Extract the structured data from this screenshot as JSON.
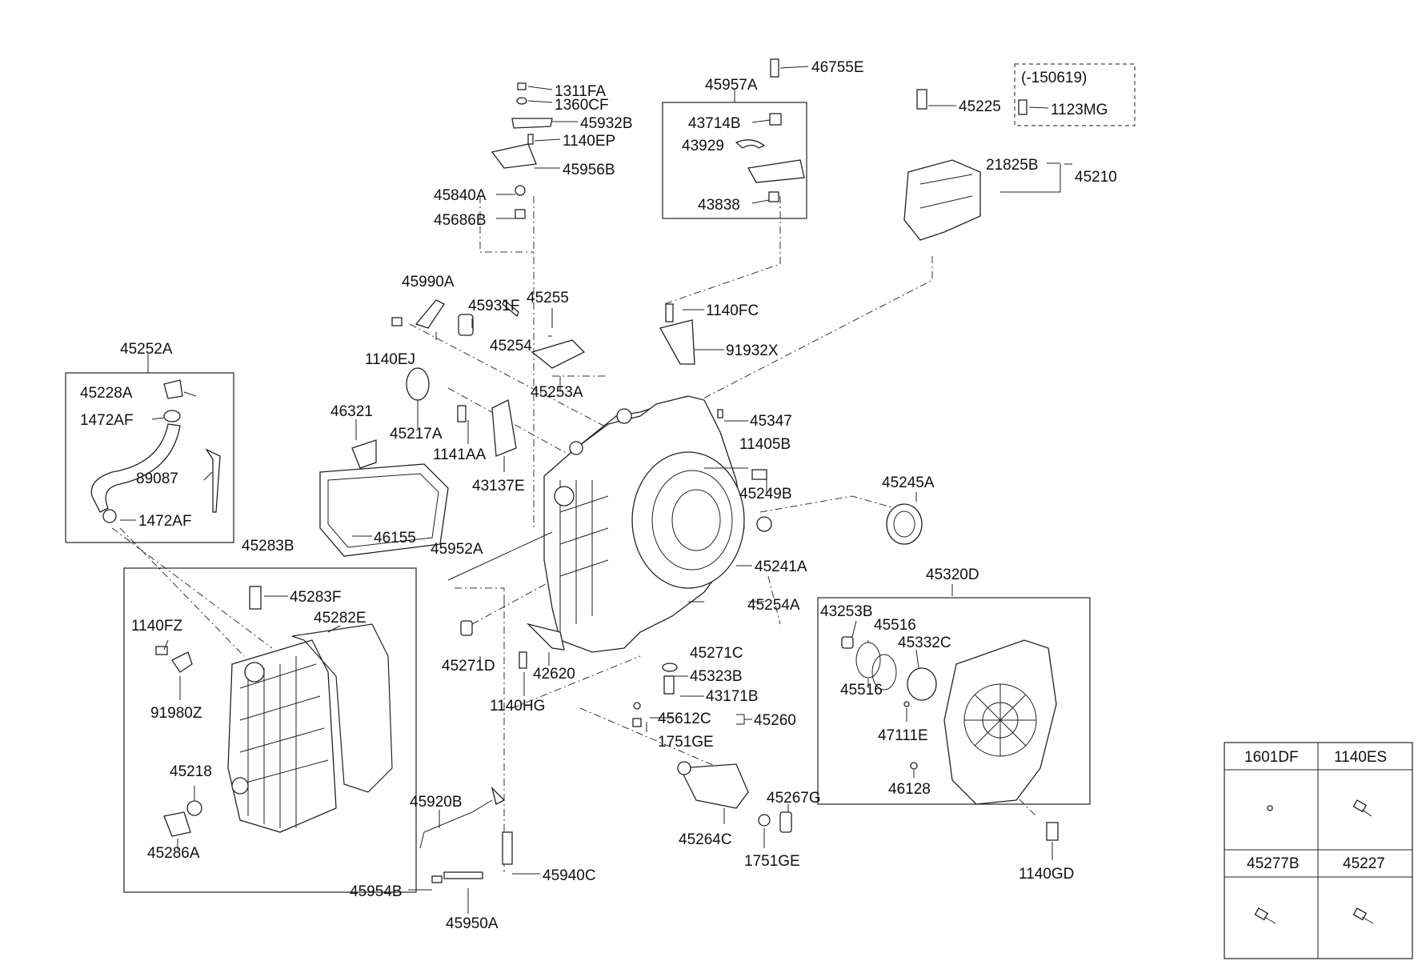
{
  "labels": {
    "l1311FA": "1311FA",
    "l1360CF": "1360CF",
    "l45932B": "45932B",
    "l1140EP": "1140EP",
    "l45956B": "45956B",
    "l45840A": "45840A",
    "l45686B": "45686B",
    "l45957A": "45957A",
    "l46755E": "46755E",
    "l43714B": "43714B",
    "l43929": "43929",
    "l43838": "43838",
    "l150619": "(-150619)",
    "l45225": "45225",
    "l1123MG": "1123MG",
    "l21825B": "21825B",
    "l45210": "45210",
    "l45990A": "45990A",
    "l45931F": "45931F",
    "l45255": "45255",
    "l45254": "45254",
    "l1140EJ": "1140EJ",
    "l45253A": "45253A",
    "l1140FC": "1140FC",
    "l91932X": "91932X",
    "l45252A": "45252A",
    "l45228A": "45228A",
    "l1472AF_a": "1472AF",
    "l89087": "89087",
    "l1472AF_b": "1472AF",
    "l46321": "46321",
    "l45217A": "45217A",
    "l1141AA": "1141AA",
    "l43137E": "43137E",
    "l46155": "46155",
    "l45347": "45347",
    "l11405B": "11405B",
    "l45249B": "45249B",
    "l45245A": "45245A",
    "l45952A": "45952A",
    "l45241A": "45241A",
    "l45283B": "45283B",
    "l45283F": "45283F",
    "l45282E": "45282E",
    "l1140FZ": "1140FZ",
    "l91980Z": "91980Z",
    "l45218": "45218",
    "l45286A": "45286A",
    "l45271D": "45271D",
    "l42620": "42620",
    "l1140HG": "1140HG",
    "l45271C": "45271C",
    "l45254A": "45254A",
    "l45323B": "45323B",
    "l43171B": "43171B",
    "l45612C": "45612C",
    "l45260": "45260",
    "l1751GE_a": "1751GE",
    "l45920B": "45920B",
    "l45954B": "45954B",
    "l45950A": "45950A",
    "l45940C": "45940C",
    "l45264C": "45264C",
    "l45267G": "45267G",
    "l1751GE_b": "1751GE",
    "l45320D": "45320D",
    "l43253B": "43253B",
    "l45516_a": "45516",
    "l45332C": "45332C",
    "l45516_b": "45516",
    "l47111E": "47111E",
    "l46128": "46128",
    "l1140GD": "1140GD"
  },
  "legend": {
    "c1": "1601DF",
    "c2": "1140ES",
    "c3": "45277B",
    "c4": "45227"
  }
}
